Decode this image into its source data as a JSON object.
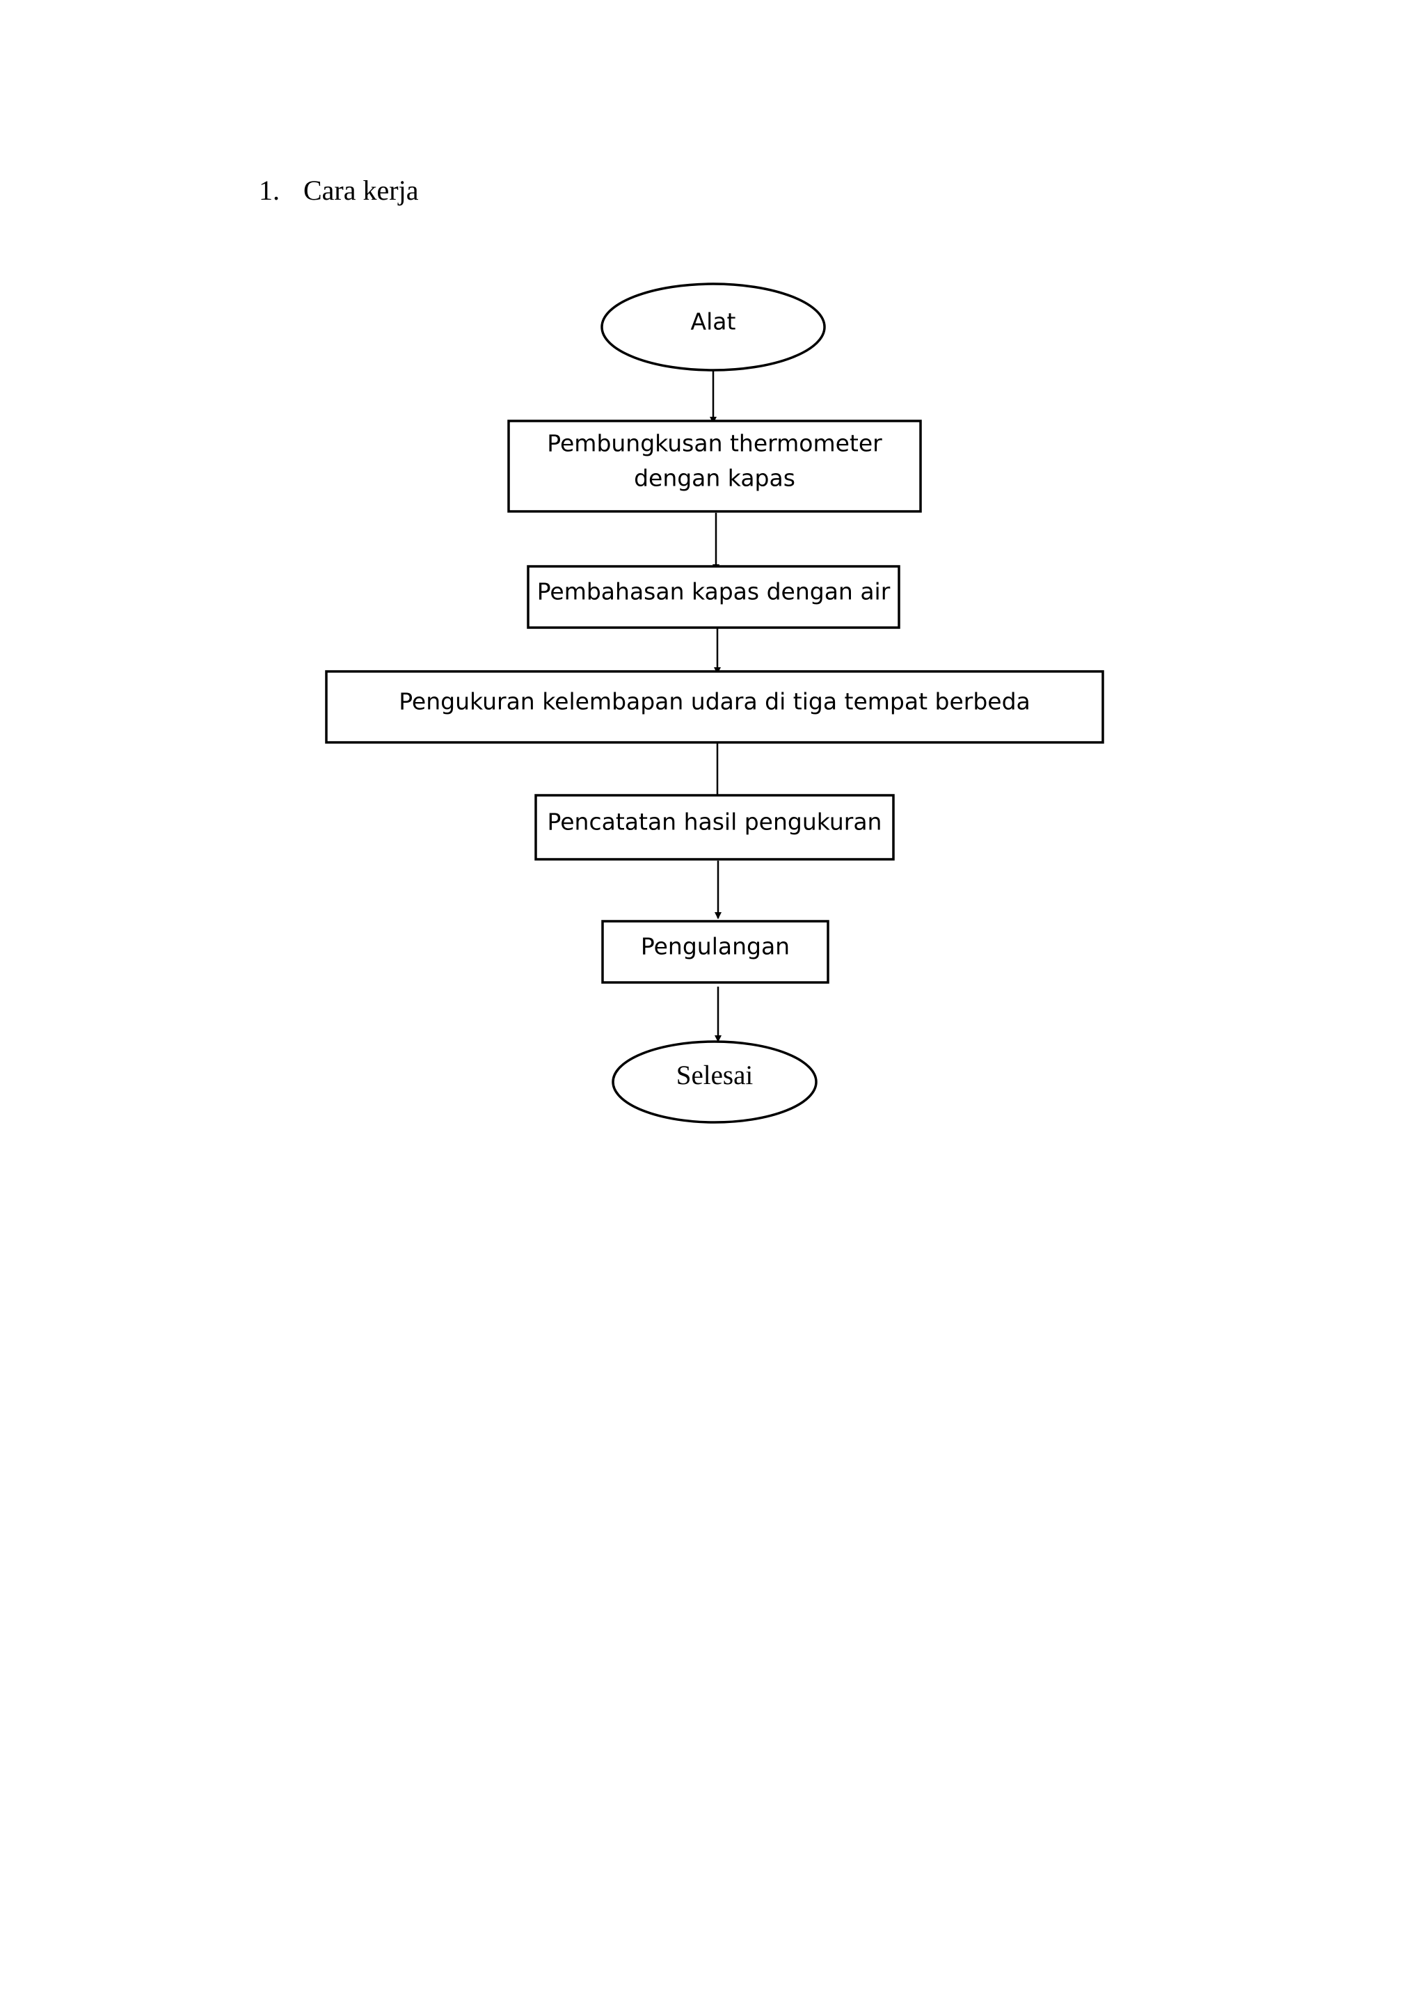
{
  "section": {
    "number": "1.",
    "title": "Cara kerja"
  },
  "flowchart": {
    "nodes": [
      {
        "id": "start",
        "shape": "ellipse",
        "lines": [
          "Alat"
        ]
      },
      {
        "id": "step1",
        "shape": "rect",
        "lines": [
          "Pembungkusan thermometer",
          "dengan kapas"
        ]
      },
      {
        "id": "step2",
        "shape": "rect",
        "lines": [
          "Pembahasan kapas dengan air"
        ]
      },
      {
        "id": "step3",
        "shape": "rect",
        "lines": [
          "Pengukuran kelembapan udara di tiga tempat berbeda"
        ]
      },
      {
        "id": "step4",
        "shape": "rect",
        "lines": [
          "Pencatatan hasil pengukuran"
        ]
      },
      {
        "id": "step5",
        "shape": "rect",
        "lines": [
          "Pengulangan"
        ]
      },
      {
        "id": "end",
        "shape": "ellipse",
        "lines": [
          "Selesai"
        ]
      }
    ],
    "edges": [
      {
        "from": "start",
        "to": "step1"
      },
      {
        "from": "step1",
        "to": "step2"
      },
      {
        "from": "step2",
        "to": "step3"
      },
      {
        "from": "step3",
        "to": "step4"
      },
      {
        "from": "step4",
        "to": "step5"
      },
      {
        "from": "step5",
        "to": "end"
      }
    ]
  }
}
